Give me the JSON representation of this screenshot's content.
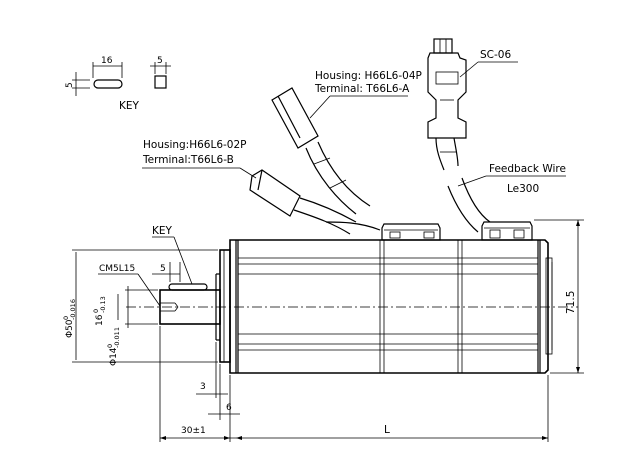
{
  "key_detail": {
    "length": "16",
    "width": "5",
    "thickness": "5",
    "label": "KEY"
  },
  "connector_power": {
    "housing": "Housing:H66L6-02P",
    "terminal": "Terminal:T66L6-B"
  },
  "connector_brake": {
    "housing": "Housing: H66L6-04P",
    "terminal": "Terminal: T66L6-A"
  },
  "connector_encoder": {
    "name": "SC-06"
  },
  "feedback_wire": {
    "label": "Feedback Wire",
    "length": "Le300"
  },
  "shaft": {
    "key_label": "KEY",
    "thread": "CM5L15",
    "key_width": "5",
    "key_height": "16",
    "key_height_tol_upper": "0",
    "key_height_tol_lower": "-0.13",
    "shaft_dia": "Φ14",
    "shaft_dia_tol_upper": "0",
    "shaft_dia_tol_lower": "-0.011",
    "spigot_dia": "Φ50",
    "spigot_dia_tol_upper": "0",
    "spigot_dia_tol_lower": "-0.016",
    "shaft_length": "30±1",
    "flange_offset": "3",
    "flange_thickness": "6"
  },
  "body": {
    "height": "71.5",
    "length": "L"
  }
}
